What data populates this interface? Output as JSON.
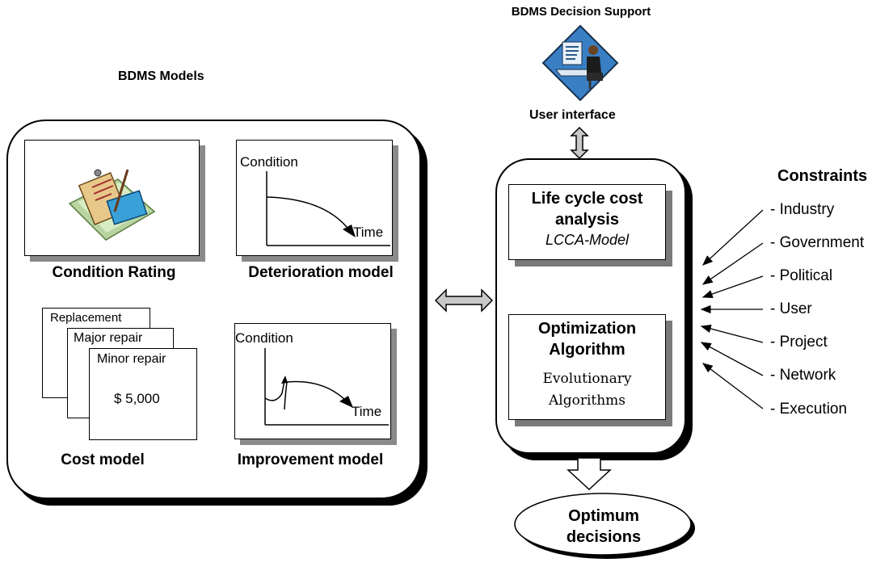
{
  "decision_support_title": "BDMS Decision Support",
  "models_title": "BDMS Models",
  "user_interface_label": "User interface",
  "models": {
    "condition_rating": {
      "caption": "Condition Rating"
    },
    "deterioration": {
      "caption": "Deterioration model",
      "y_label": "Condition",
      "x_label": "Time"
    },
    "cost": {
      "caption": "Cost model",
      "sheets": [
        "Replacement",
        "Major repair",
        "Minor repair"
      ],
      "amount": "$ 5,000"
    },
    "improvement": {
      "caption": "Improvement model",
      "y_label": "Condition",
      "x_label": "Time"
    }
  },
  "lcca": {
    "title": "Life cycle cost analysis",
    "subtitle": "LCCA-Model"
  },
  "optimization": {
    "title": "Optimization Algorithm",
    "subtitle": "Evolutionary Algorithms"
  },
  "output": {
    "label": "Optimum decisions"
  },
  "constraints": {
    "title": "Constraints",
    "items": [
      "- Industry",
      "- Government",
      "- Political",
      "- User",
      "- Project",
      "- Network",
      "- Execution"
    ]
  },
  "colors": {
    "shadow": "#000000",
    "card_shadow": "#8a8a8a",
    "arrow_fill": "#c8c8c8"
  }
}
